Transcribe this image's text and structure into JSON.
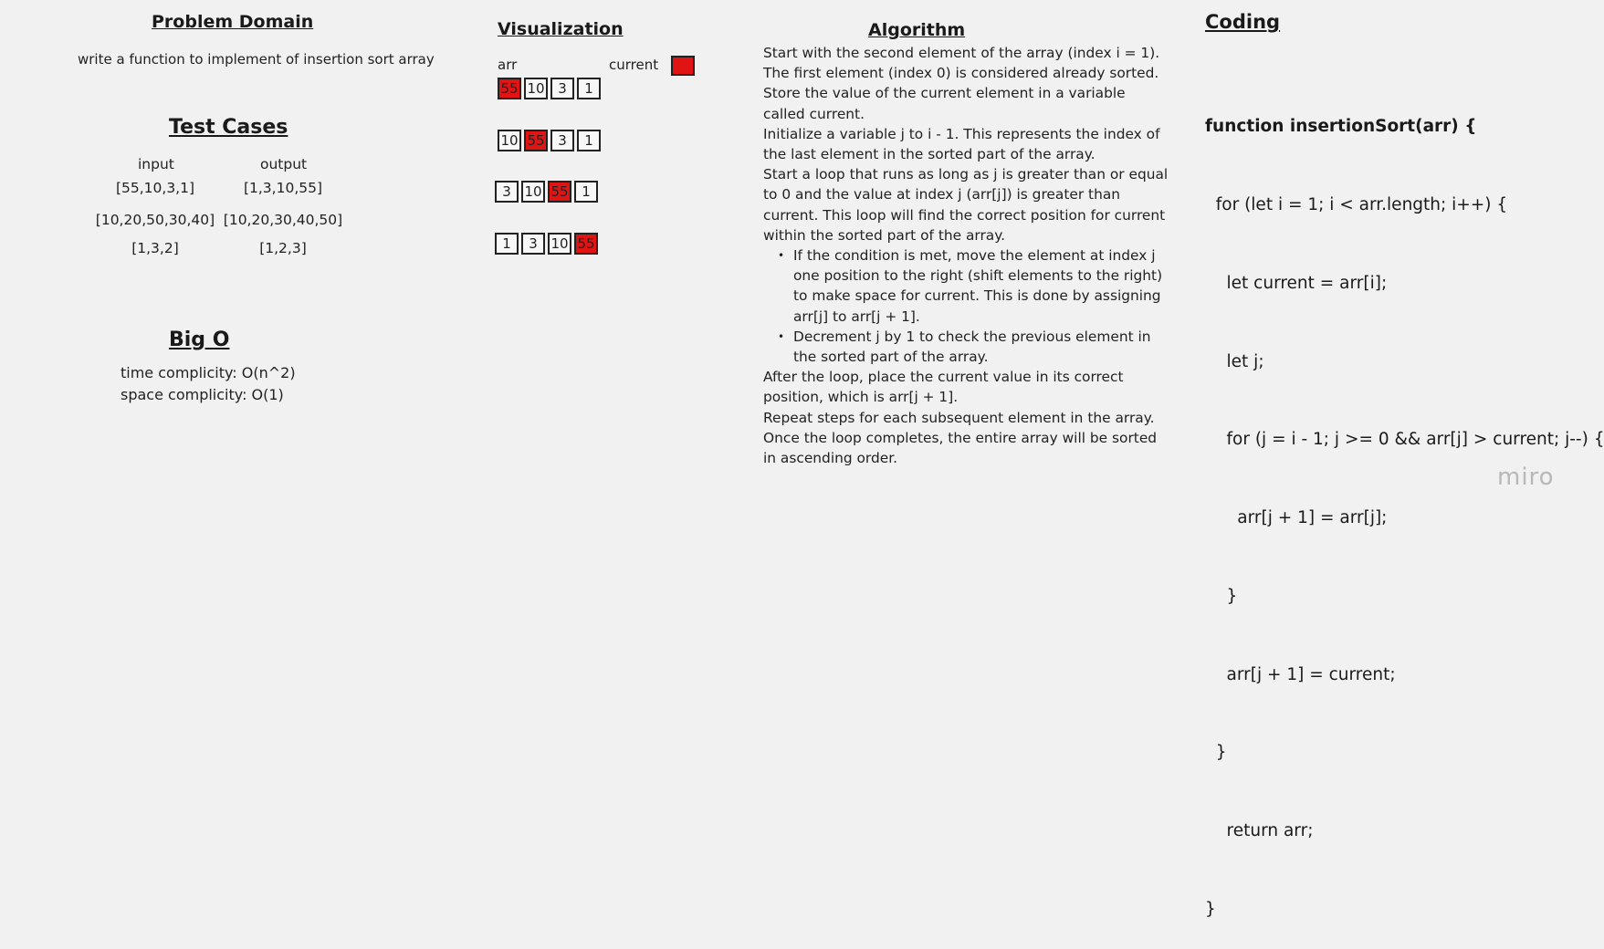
{
  "problem": {
    "heading": "Problem Domain",
    "description": "write a function to implement of insertion sort array"
  },
  "tests": {
    "heading": "Test Cases",
    "input_label": "input",
    "output_label": "output",
    "rows": [
      {
        "input": "[55,10,3,1]",
        "output": "[1,3,10,55]"
      },
      {
        "input": "[10,20,50,30,40]",
        "output": "[10,20,30,40,50]"
      },
      {
        "input": "[1,3,2]",
        "output": "[1,2,3]"
      }
    ]
  },
  "bigo": {
    "heading": "Big O",
    "time": "time complicity: O(n^2)",
    "space": "space complicity: O(1)"
  },
  "visualization": {
    "heading": "Visualization",
    "arr_label": "arr",
    "current_label": "current",
    "highlight_color": "#e11414",
    "rows": [
      {
        "cells": [
          "55",
          "10",
          "3",
          "1"
        ],
        "highlight": 0
      },
      {
        "cells": [
          "10",
          "55",
          "3",
          "1"
        ],
        "highlight": 1
      },
      {
        "cells": [
          "3",
          "10",
          "55",
          "1"
        ],
        "highlight": 2
      },
      {
        "cells": [
          "1",
          "3",
          "10",
          "55"
        ],
        "highlight": 3
      }
    ]
  },
  "algorithm": {
    "heading": "Algorithm",
    "p1": "Start with the second element of the array (index i = 1). The first element (index 0) is considered already sorted.",
    "p2": "Store the value of the current element in a variable called current.",
    "p3": "Initialize a variable j to i - 1. This represents the index of the last element in the sorted part of the array.",
    "p4": "Start a loop that runs as long as j is greater than or equal to 0 and the value at index j (arr[j]) is greater than current. This loop will find the correct position for current within the sorted part of the array.",
    "b1": "If the condition is met, move the element at index j one position to the right (shift elements to the right) to make space for current. This is done by assigning arr[j] to arr[j + 1].",
    "b2": "Decrement j by 1 to check the previous element in the sorted part of the array.",
    "p5": "After the loop, place the current value in its correct position, which is arr[j + 1].",
    "p6": "Repeat steps for each subsequent element in the array.",
    "p7": "Once the loop completes, the entire array will be sorted in ascending order."
  },
  "coding": {
    "heading": "Coding",
    "lines": [
      "function insertionSort(arr) {",
      "  for (let i = 1; i < arr.length; i++) {",
      "    let current = arr[i];",
      "    let j;",
      "    for (j = i - 1; j >= 0 && arr[j] > current; j--) {",
      "      arr[j + 1] = arr[j];",
      "    }",
      "    arr[j + 1] = current;",
      "  }",
      "    return arr;",
      "}"
    ]
  },
  "branding": {
    "logo": "miro"
  }
}
